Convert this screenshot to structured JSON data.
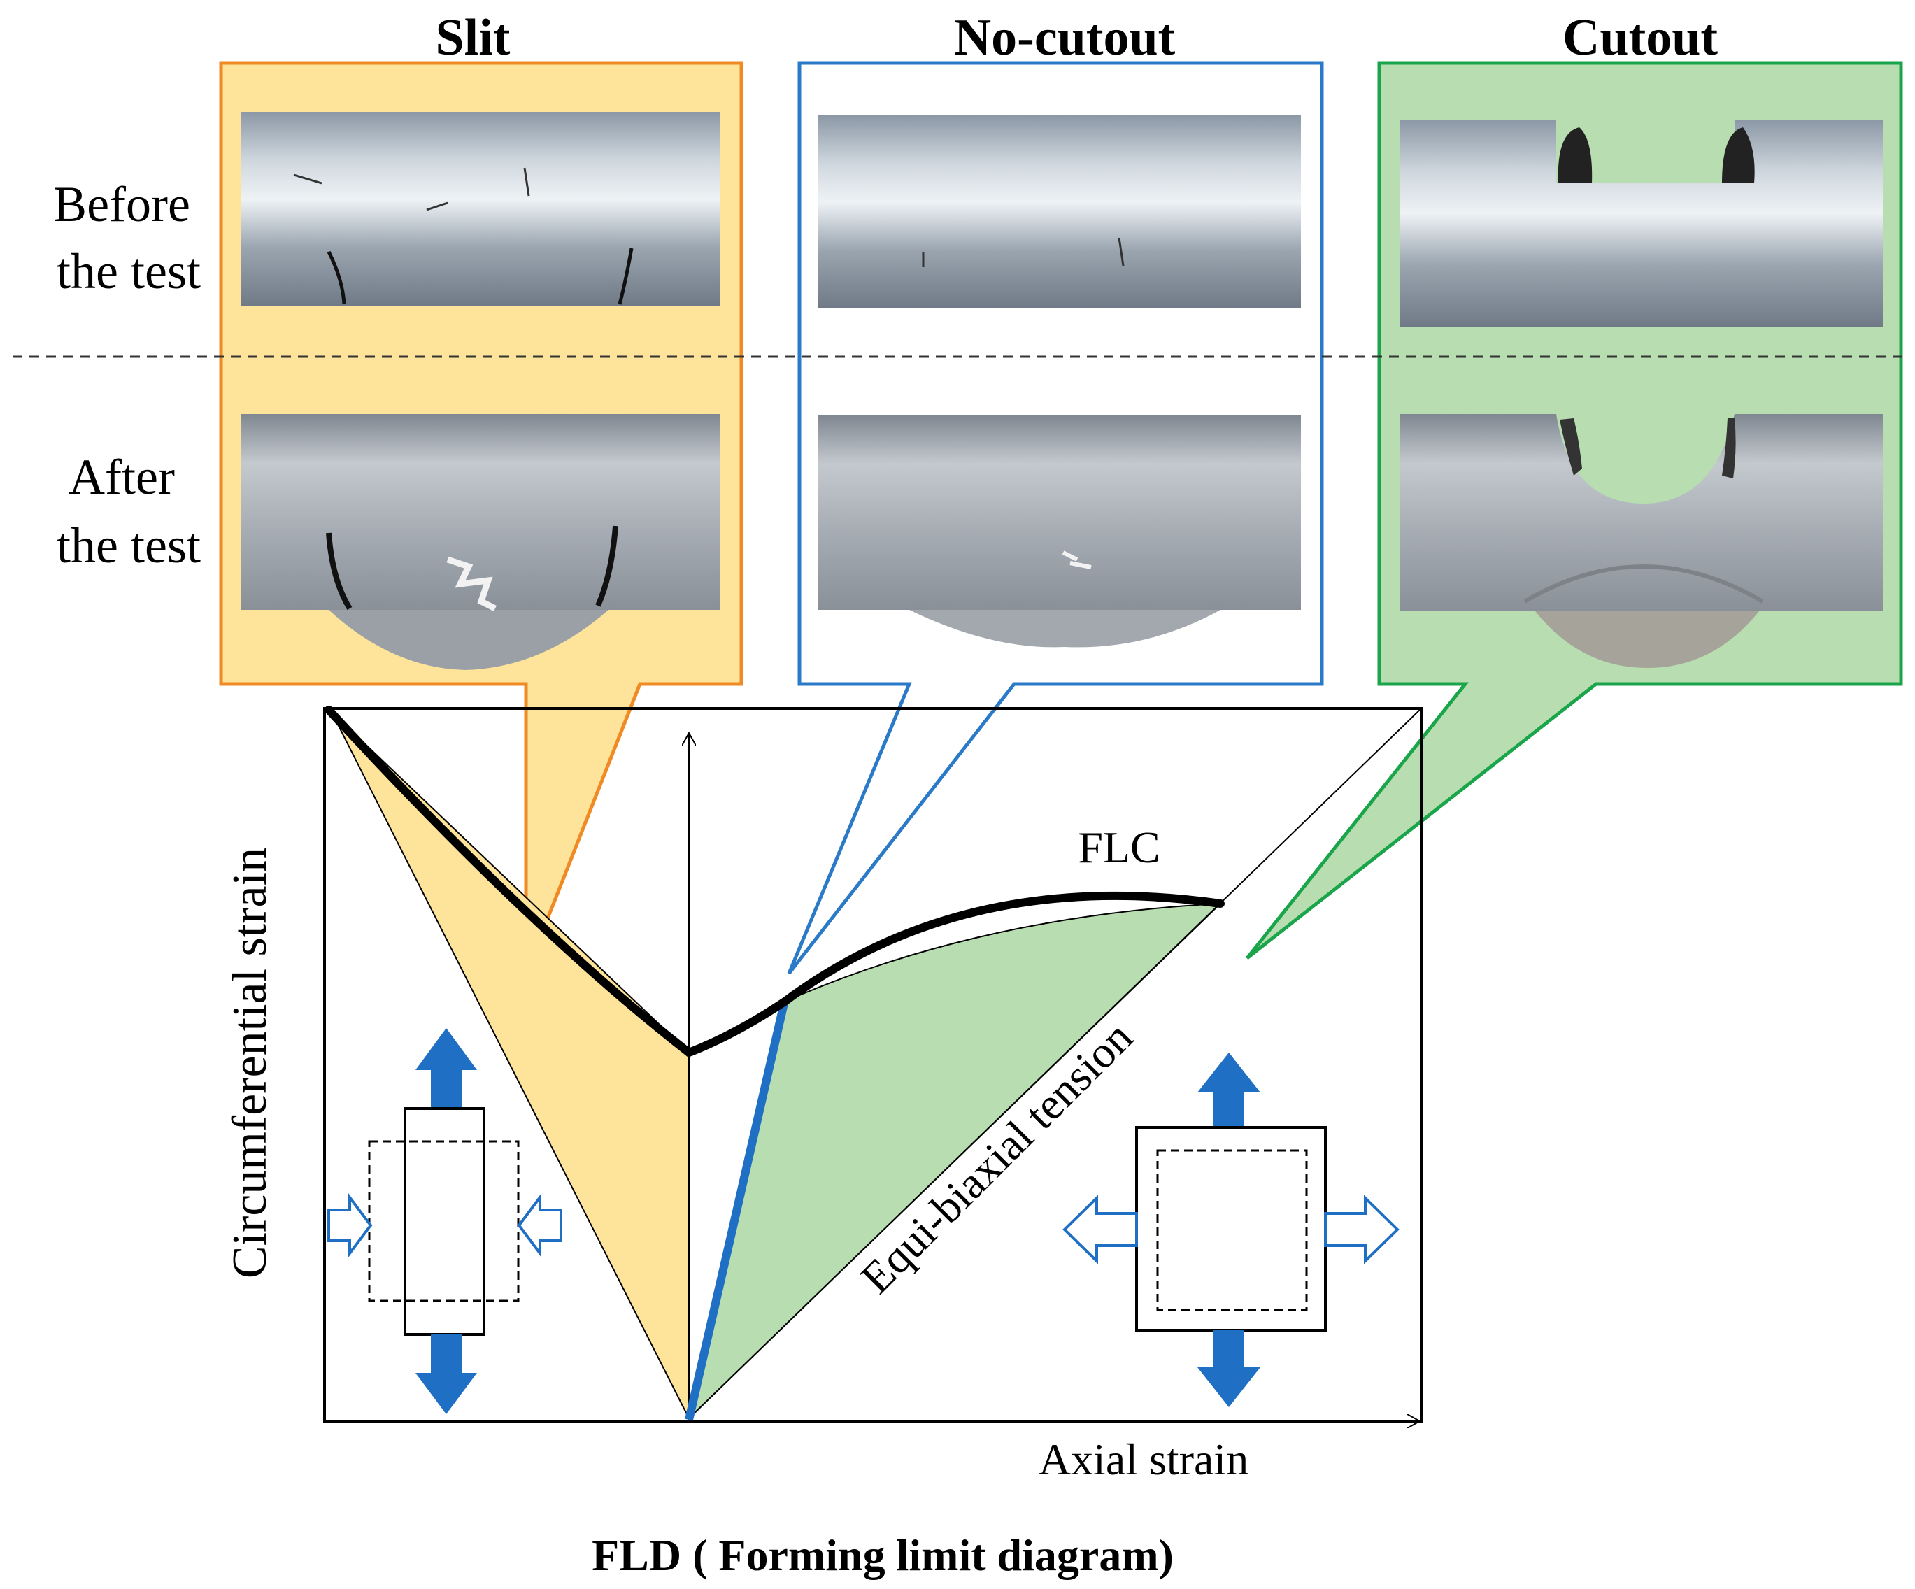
{
  "columns": {
    "slit": "Slit",
    "no_cutout": "No-cutout",
    "cutout": "Cutout"
  },
  "rows": {
    "before": [
      "Before",
      "the test"
    ],
    "after": [
      "After",
      "the test"
    ]
  },
  "diagram": {
    "curve_label": "FLC",
    "diagonal_label": "Equi-biaxial tension",
    "x_axis_label": "Axial strain",
    "y_axis_label": "Circumferential strain",
    "caption": "FLD ( Forming limit diagram)"
  },
  "colors": {
    "slit_border": "#f08a24",
    "slit_fill": "#fde49a",
    "no_cutout_border": "#2a7ac8",
    "cutout_border": "#1aa54a",
    "cutout_fill": "#b7ddb0",
    "arrow_blue": "#1f6fc4",
    "flc_line": "#000000"
  }
}
